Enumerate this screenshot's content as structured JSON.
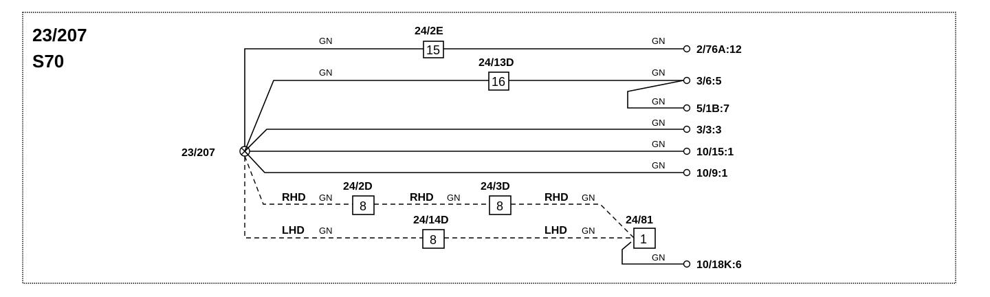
{
  "title": {
    "line1": "23/207",
    "line2": "S70"
  },
  "ground_point": {
    "label": "23/207"
  },
  "wire_color": "GN",
  "variant_rhd": "RHD",
  "variant_lhd": "LHD",
  "connectors": [
    {
      "id": "c-24-2e",
      "label": "24/2E",
      "pin": "15"
    },
    {
      "id": "c-24-13d",
      "label": "24/13D",
      "pin": "16"
    },
    {
      "id": "c-24-2d",
      "label": "24/2D",
      "pin": "8"
    },
    {
      "id": "c-24-3d",
      "label": "24/3D",
      "pin": "8"
    },
    {
      "id": "c-24-14d",
      "label": "24/14D",
      "pin": "8"
    },
    {
      "id": "c-24-81",
      "label": "24/81",
      "pin": "1"
    }
  ],
  "terminals": [
    {
      "id": "t1",
      "label": "2/76A:12"
    },
    {
      "id": "t2",
      "label": "3/6:5"
    },
    {
      "id": "t3",
      "label": "5/1B:7"
    },
    {
      "id": "t4",
      "label": "3/3:3"
    },
    {
      "id": "t5",
      "label": "10/15:1"
    },
    {
      "id": "t6",
      "label": "10/9:1"
    },
    {
      "id": "t7",
      "label": "10/18K:6"
    }
  ]
}
